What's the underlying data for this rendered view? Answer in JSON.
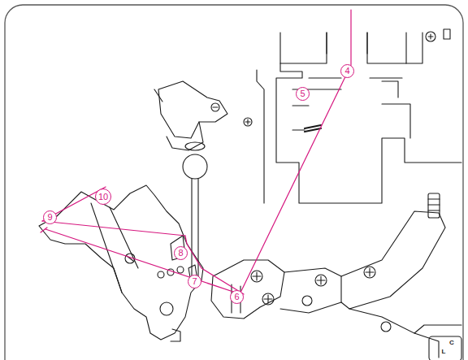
{
  "diagram": {
    "labels": [
      "4",
      "5",
      "6",
      "7",
      "8",
      "9",
      "10",
      "C",
      "L"
    ]
  }
}
